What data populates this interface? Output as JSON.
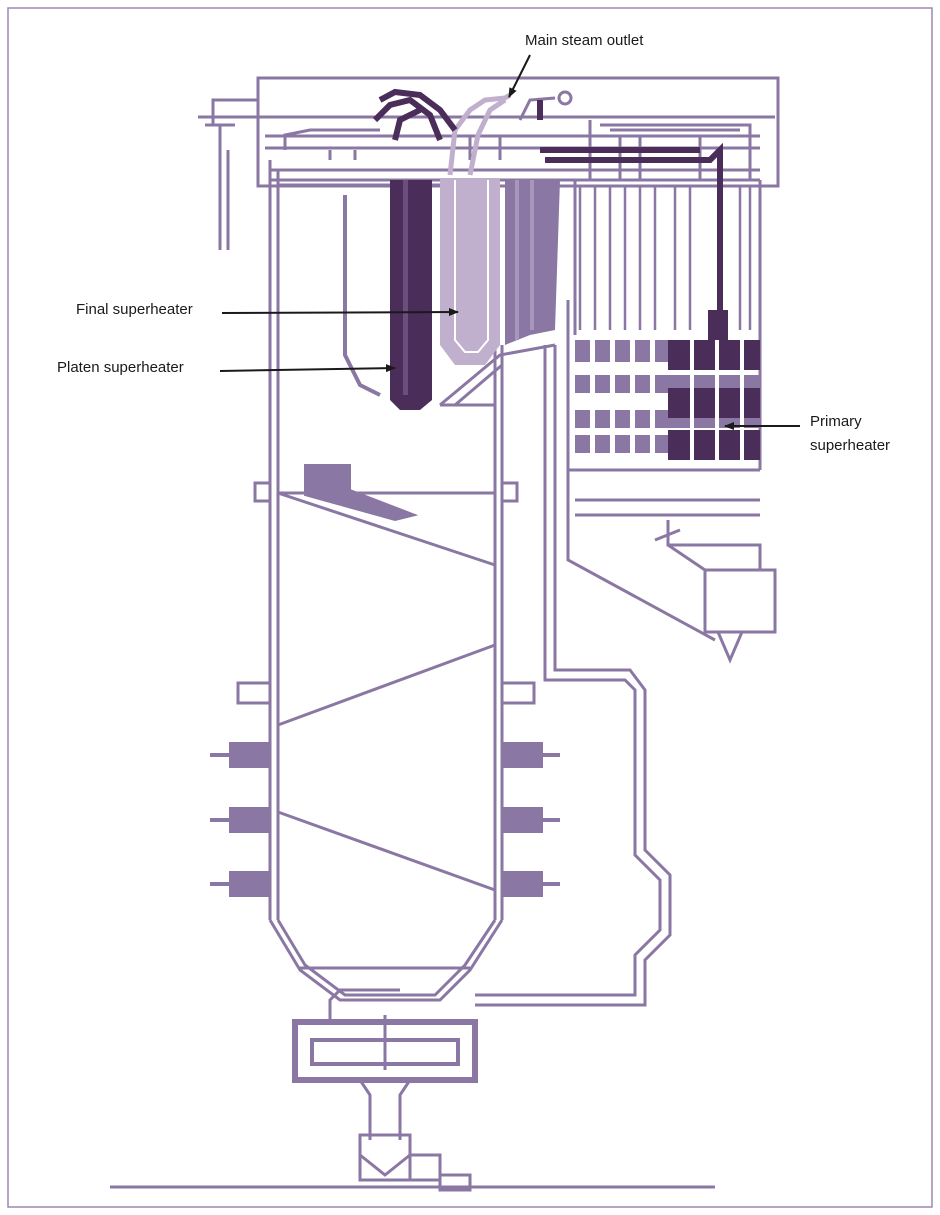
{
  "labels": {
    "main_steam_outlet": "Main steam outlet",
    "final_superheater": "Final superheater",
    "platen_superheater": "Platen superheater",
    "primary_superheater_line1": "Primary",
    "primary_superheater_line2": "superheater"
  },
  "colors": {
    "frame": "#9b88b0",
    "structure": "#8b77a3",
    "dark": "#4a2d58",
    "light": "#c0b0cd",
    "text": "#1a1a1a",
    "arrow": "#1a1a1a"
  }
}
